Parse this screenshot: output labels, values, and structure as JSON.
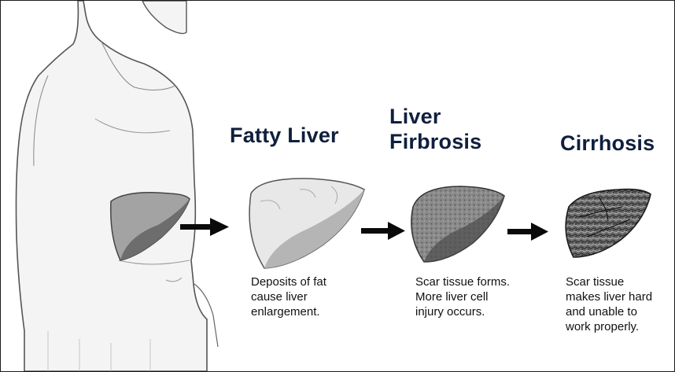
{
  "stages": [
    {
      "title_lines": [
        "Fatty Liver"
      ],
      "caption_lines": [
        "Deposits of fat",
        "cause liver",
        "enlargement."
      ]
    },
    {
      "title_lines": [
        "Liver",
        "Firbrosis"
      ],
      "caption_lines": [
        "Scar tissue forms.",
        "More liver cell",
        "injury occurs."
      ]
    },
    {
      "title_lines": [
        "Cirrhosis"
      ],
      "caption_lines": [
        "Scar tissue",
        "makes liver hard",
        "and unable to",
        "work properly."
      ]
    }
  ],
  "colors": {
    "title": "#0f1f3d",
    "text": "#111111",
    "arrow": "#0a0a0a",
    "liver_healthy": "#9a9a9a",
    "liver_dark": "#5a5a5a"
  },
  "icons": [
    "torso-illustration",
    "healthy-liver-icon",
    "fatty-liver-icon",
    "fibrosis-liver-icon",
    "cirrhosis-liver-icon",
    "right-arrow-icon"
  ]
}
